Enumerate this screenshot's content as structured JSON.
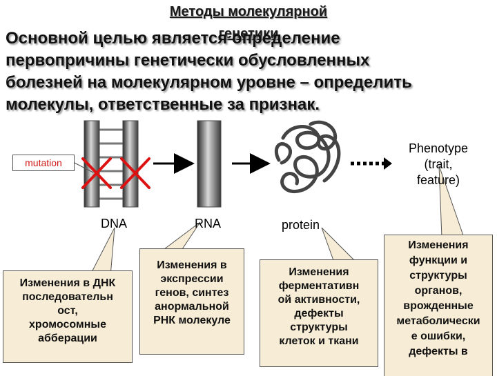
{
  "header": {
    "title_line1": "Методы молекулярной",
    "title_line2": "генетики"
  },
  "lead": {
    "lines": [
      "Основной целью является определение",
      "первопричины генетически обусловленных",
      "болезней на молекулярном уровне – определить",
      "молекулы, ответственные за признак."
    ]
  },
  "diagram": {
    "mutation_label": "mutation",
    "dna_label": "DNA",
    "rna_label": "RNA",
    "protein_label": "protein",
    "phenotype_lines": [
      "Phenotype",
      "(trait,",
      "feature)"
    ]
  },
  "callouts": {
    "dna": [
      "Изменения в ДНК",
      "последовательн",
      "ост,",
      "хромосомные",
      "абберации"
    ],
    "rna": [
      "Изменения в",
      "экспрессии",
      "генов, синтез",
      "анормальной",
      "РНК молекуле"
    ],
    "protein": [
      "Изменения",
      "ферментативн",
      "ой активности,",
      "дефекты",
      "структуры",
      "клеток и ткани"
    ],
    "phenotype": [
      "Изменения",
      "функции и",
      "структуры",
      "органов,",
      "врожденные",
      "метаболически",
      "е ошибки,",
      "дефекты в"
    ]
  },
  "colors": {
    "mutation_x": "#dd1111",
    "callout_fill": "#f7ecd5",
    "mutation_text": "#d01818"
  }
}
